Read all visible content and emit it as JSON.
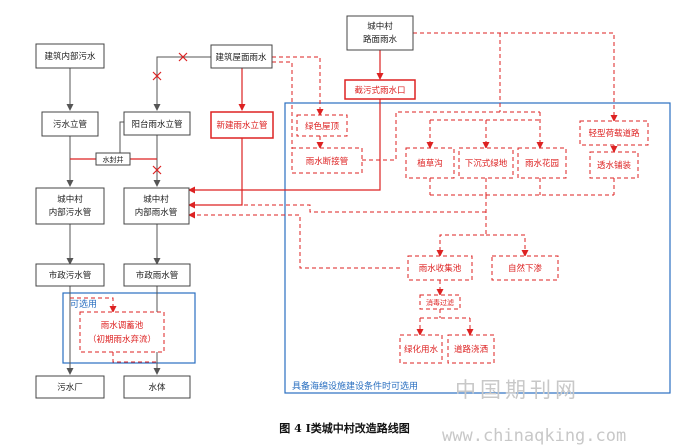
{
  "caption": "图 4 Ⅰ类城中村改造路线图",
  "watermark": {
    "cn": "中国期刊网",
    "url": "www.chinaqking.com"
  },
  "regions": {
    "optional": "可选用",
    "bottom_note": "具备海绵设施建设条件时可选用"
  },
  "nodes": {
    "building_internal_sewage": "建筑内部污水",
    "sewage_riser": "污水立管",
    "village_internal_sewer": [
      "城中村",
      "内部污水管"
    ],
    "municipal_sewer": "市政污水管",
    "sewage_plant": "污水厂",
    "roof_rainwater": "建筑屋面雨水",
    "balcony_rain_riser": "阳台雨水立管",
    "village_internal_storm": [
      "城中村",
      "内部雨水管"
    ],
    "municipal_storm": "市政雨水管",
    "water_body": "水体",
    "water_seal": "水封井",
    "village_road_rain": [
      "城中村",
      "路面雨水"
    ],
    "intercept_inlet": "截污式雨水口",
    "new_rain_riser": "新建雨水立管",
    "green_roof": "绿色屋顶",
    "downspout_disconnect": "雨水断接管",
    "grass_swale": "植草沟",
    "sunken_green": "下沉式绿地",
    "rain_garden": "雨水花园",
    "light_traffic_road": "轻型荷载道路",
    "permeable_paving": "透水铺装",
    "rain_tank": "雨水收集池",
    "natural_infiltration": "自然下渗",
    "disinfection_filter": "消毒过滤",
    "green_irrigation": "绿化用水",
    "road_washing": "道路浇洒",
    "storage_tank": [
      "雨水调蓄池",
      "（初期雨水弃流）"
    ]
  },
  "colors": {
    "existing": "#444444",
    "new": "#dd2222",
    "optional_frame": "#2a6fc0"
  }
}
